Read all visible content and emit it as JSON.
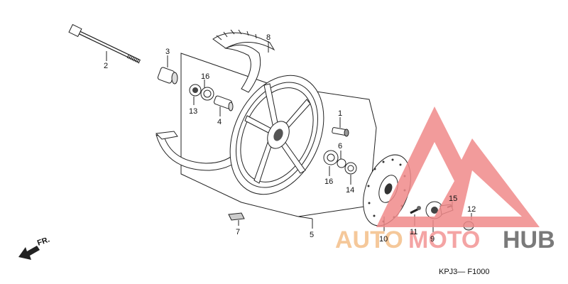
{
  "diagram": {
    "labels": {
      "p1": "1",
      "p2": "2",
      "p3": "3",
      "p4": "4",
      "p5": "5",
      "p6": "6",
      "p7": "7",
      "p8": "8",
      "p9": "9",
      "p10": "10",
      "p11": "11",
      "p12": "12",
      "p13": "13",
      "p14": "14",
      "p15": "15",
      "p16a": "16",
      "p16b": "16"
    },
    "direction": "FR.",
    "code": "KPJ3— F1000"
  },
  "watermark": {
    "word_a": "AUTO",
    "word_b": "MOTO",
    "word_c": "HUB",
    "color_a": "#f5c89a",
    "color_b": "#f4a4a4",
    "color_c": "#7a7a7a",
    "logo_color": "#f08a8a"
  }
}
